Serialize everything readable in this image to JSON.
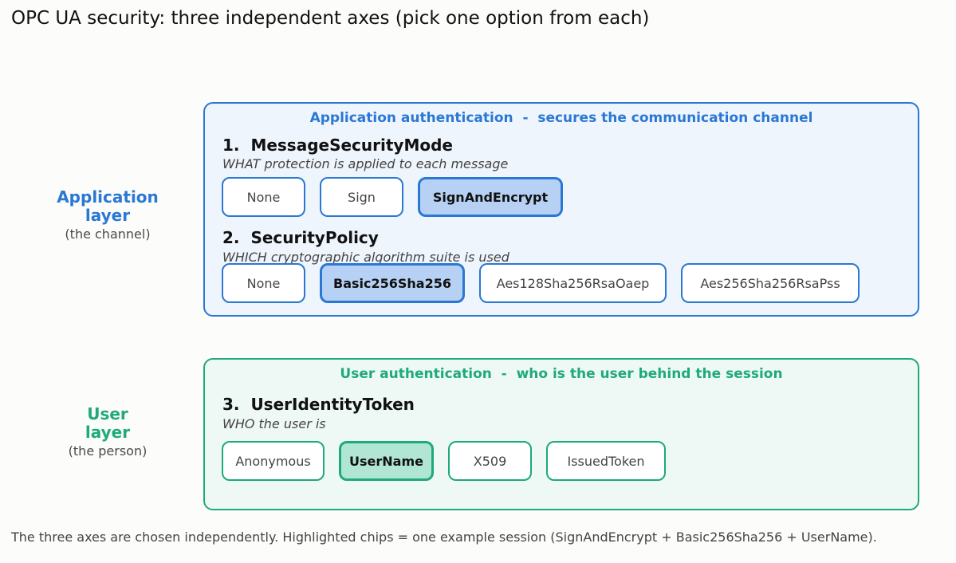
{
  "title": "OPC UA security: three independent axes (pick one option from each)",
  "layers": {
    "application": {
      "label": "Application layer",
      "sub": "(the channel)",
      "color": "#2a78d4"
    },
    "user": {
      "label": "User layer",
      "sub": "(the person)",
      "color": "#1eaa7a"
    }
  },
  "app_panel": {
    "header": "Application authentication  -  secures the communication channel",
    "axis1": {
      "title": "1.  MessageSecurityMode",
      "desc": "WHAT protection is applied to each message",
      "options": [
        "None",
        "Sign",
        "SignAndEncrypt"
      ],
      "selected": "SignAndEncrypt"
    },
    "axis2": {
      "title": "2.  SecurityPolicy",
      "desc": "WHICH cryptographic algorithm suite is used",
      "options": [
        "None",
        "Basic256Sha256",
        "Aes128Sha256RsaOaep",
        "Aes256Sha256RsaPss"
      ],
      "selected": "Basic256Sha256"
    }
  },
  "user_panel": {
    "header": "User authentication  -  who is the user behind the session",
    "axis3": {
      "title": "3.  UserIdentityToken",
      "desc": "WHO the user is",
      "options": [
        "Anonymous",
        "UserName",
        "X509",
        "IssuedToken"
      ],
      "selected": "UserName"
    }
  },
  "footer": "The three axes are chosen independently.  Highlighted chips = one example session (SignAndEncrypt + Basic256Sha256 + UserName)."
}
